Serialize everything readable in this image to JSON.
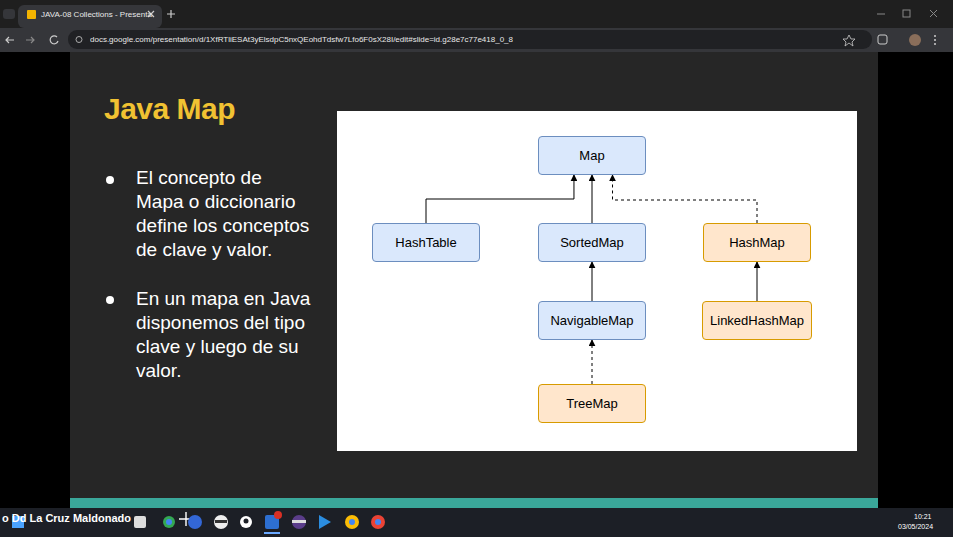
{
  "diagram": {
    "title": "Java Map",
    "nodes": [
      {
        "text": [
          "Map"
        ]
      },
      {
        "text": [
          "HashTable"
        ]
      },
      {
        "text": [
          "SortedMap"
        ]
      },
      {
        "text": [
          "HashMap"
        ]
      },
      {
        "text": [
          "NavigableMap"
        ]
      },
      {
        "text": [
          "LinkedHashMap"
        ]
      },
      {
        "text": [
          "TreeMap"
        ]
      }
    ],
    "edges": [
      {
        "from": 1,
        "to": 0,
        "arrow": "to"
      },
      {
        "from": 2,
        "to": 0,
        "arrow": "to"
      },
      {
        "from": 3,
        "to": 0,
        "arrow": "to"
      },
      {
        "from": 4,
        "to": 2,
        "arrow": "to"
      },
      {
        "from": 5,
        "to": 3,
        "arrow": "to"
      },
      {
        "from": 6,
        "to": 4,
        "arrow": "to"
      }
    ],
    "labels": [
      "JAVA-08 Collections - Presenta",
      "docs.google.com/presentation/d/1XfRTliESAt3yElsdpC5nxQEohdTdsfw7Lfo6F0sX28I/edit#slide=id.g28e7c77e418_0_8",
      "El concepto de Mapa o diccionario define los conceptos de clave y valor.",
      "En un mapa en Java disponemos del tipo clave y luego de su valor.",
      "o Dd La Cruz Maldonado",
      "10:21",
      "03/05/2024"
    ]
  }
}
